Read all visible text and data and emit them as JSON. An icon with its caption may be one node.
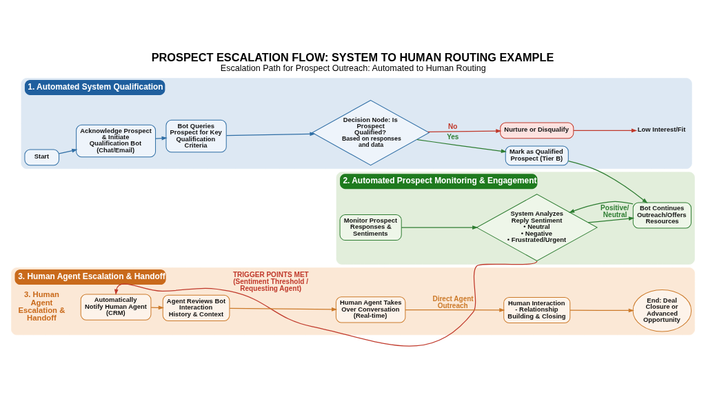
{
  "diagram": {
    "title": "PROSPECT ESCALATION FLOW: SYSTEM TO HUMAN ROUTING EXAMPLE",
    "caption": "Escalation Path for Prospect Outreach: Automated to Human Routing",
    "nodes": [
      {
        "text": [
          "1. Automated System Qualification"
        ]
      },
      {
        "text": [
          "Start"
        ],
        "in": 0
      },
      {
        "text": [
          "Acknowledge Prospect & Initiate Qualification Bot (Chat/Email)"
        ],
        "in": 0
      },
      {
        "text": [
          "Bot Queries Prospect for Key Qualification Criteria"
        ],
        "in": 0
      },
      {
        "text": [
          "Decision Node: Is Prospect Qualified?",
          "Based on responses and data"
        ],
        "in": 0
      },
      {
        "text": [
          "Mark as Qualified Prospect (Tier B)"
        ],
        "in": 0
      },
      {
        "text": [
          "Nurture or Disqualify"
        ],
        "in": 0
      },
      {
        "text": [
          "Low Interest/Fit"
        ],
        "in": 0
      },
      {
        "text": [
          "2. Automated Prospect Monitoring & Engagement"
        ]
      },
      {
        "text": [
          "Monitor Prospect Responses & Sentiments"
        ],
        "in": 8
      },
      {
        "text": [
          "System Analyzes Reply Sentiment",
          "• Neutral",
          "• Negative",
          "• Frustrated/Urgent"
        ],
        "in": 8
      },
      {
        "text": [
          "Bot Continues Outreach/Offers Resources"
        ],
        "in": 8
      },
      {
        "text": [
          "3. Human Agent Escalation & Handoff"
        ]
      },
      {
        "text": [
          "Automatically Notify Human Agent (CRM)"
        ],
        "in": 12
      },
      {
        "text": [
          "Agent Reviews Bot Interaction History & Context"
        ],
        "in": 12
      },
      {
        "text": [
          "Human Agent Takes Over Conversation (Real-time)"
        ],
        "in": 12
      },
      {
        "text": [
          "Human Interaction - Relationship Building & Closing"
        ],
        "in": 12
      },
      {
        "text": [
          "End: Deal Closure or Advanced Opportunity"
        ],
        "in": 12
      }
    ],
    "edges": [
      {
        "from": 1,
        "to": 2,
        "arrow": "to",
        "color": "#2f6ea5"
      },
      {
        "from": 2,
        "to": 3,
        "arrow": "to",
        "color": "#2f6ea5"
      },
      {
        "from": 3,
        "to": 4,
        "arrow": "to",
        "color": "#2f6ea5"
      },
      {
        "from": 4,
        "to": 5,
        "arrow": "to",
        "label": "Yes"
      },
      {
        "from": 4,
        "to": 6,
        "arrow": "to",
        "label": "No",
        "color": "#c0392b"
      },
      {
        "from": 6,
        "to": 7,
        "arrow": "to",
        "color": "#c0392b"
      },
      {
        "from": 5,
        "to": 11,
        "arrow": "to"
      },
      {
        "from": 9,
        "to": 10,
        "arrow": "to"
      },
      {
        "from": 10,
        "to": 11,
        "arrow": "to",
        "label": "Positive/ Neutral"
      },
      {
        "from": 11,
        "to": 10,
        "arrow": "to"
      },
      {
        "from": 10,
        "to": 13,
        "arrow": "to",
        "label": "TRIGGER POINTS MET (Sentiment Threshold / Requesting Agent)",
        "color": "#c0392b"
      },
      {
        "from": 13,
        "to": 14,
        "arrow": "to",
        "color": "#cc7a2a"
      },
      {
        "from": 14,
        "to": 15,
        "arrow": "to",
        "color": "#cc7a2a"
      },
      {
        "from": 15,
        "to": 16,
        "arrow": "to",
        "label": "Direct Agent Outreach",
        "color": "#cc7a2a"
      },
      {
        "from": 16,
        "to": 17,
        "arrow": "to",
        "color": "#cc7a2a"
      }
    ],
    "labels": [
      "3. Human Agent Escalation & Handoff"
    ]
  }
}
